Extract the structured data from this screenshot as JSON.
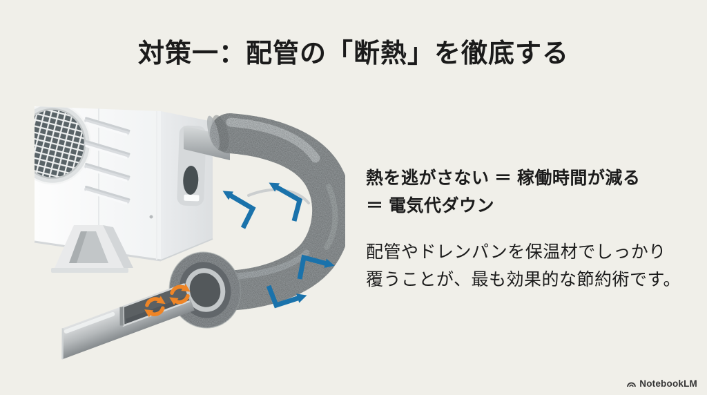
{
  "slide": {
    "title": "対策一：配管の「断熱」を徹底する",
    "body": {
      "headline_line1": "熱を逃がさない ＝ 稼働時間が減る",
      "headline_line2": "＝ 電気代ダウン",
      "paragraph_line1": "配管やドレンパンを保温材でしっかり",
      "paragraph_line2": "覆うことが、最も効果的な節約術です。"
    },
    "branding": {
      "logo_text": "NotebookLM",
      "logo_icon": "notebooklm-arc-icon"
    },
    "illustration": {
      "subject": "outdoor-ac-unit-with-insulated-pipe-cutaway",
      "elements": [
        "outdoor-unit",
        "fan-grille",
        "vent-slats",
        "mounting-foot",
        "pipe-stub",
        "insulated-pipe",
        "insulation-cutaway-ring",
        "inner-pipe",
        "heat-circulation-arrows",
        "heat-reflect-arrows"
      ]
    },
    "colors": {
      "background": "#f0efe9",
      "text": "#1b1b1b",
      "arrow_blue": "#1a72ab",
      "arrow_orange": "#ef8526",
      "insulation_gray": "#8e9395",
      "pipe_gray": "#b4b8ba",
      "unit_white": "#fafbfb"
    }
  }
}
